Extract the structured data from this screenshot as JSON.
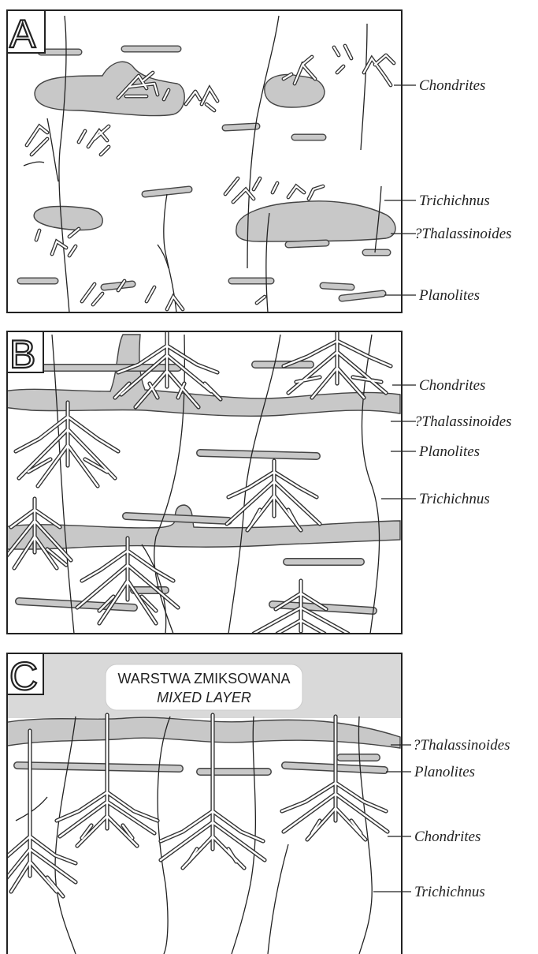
{
  "panels": [
    {
      "letter": "A",
      "labels": {
        "chondrites": "Chondrites",
        "trichichnus": "Trichichnus",
        "thalassinoides": "?Thalassinoides",
        "planolites": "Planolites"
      }
    },
    {
      "letter": "B",
      "labels": {
        "chondrites": "Chondrites",
        "thalassinoides": "?Thalassinoides",
        "planolites": "Planolites",
        "trichichnus": "Trichichnus"
      }
    },
    {
      "letter": "C",
      "labels": {
        "thalassinoides": "?Thalassinoides",
        "planolites": "Planolites",
        "chondrites": "Chondrites",
        "trichichnus": "Trichichnus"
      }
    }
  ],
  "mixed_layer": {
    "line1": "WARSTWA ZMIKSOWANA",
    "line2": "MIXED LAYER"
  },
  "colors": {
    "burrow_fill": "#c8c8c8",
    "outline": "#222222",
    "mixed_layer_fill": "#d9d9d9"
  }
}
